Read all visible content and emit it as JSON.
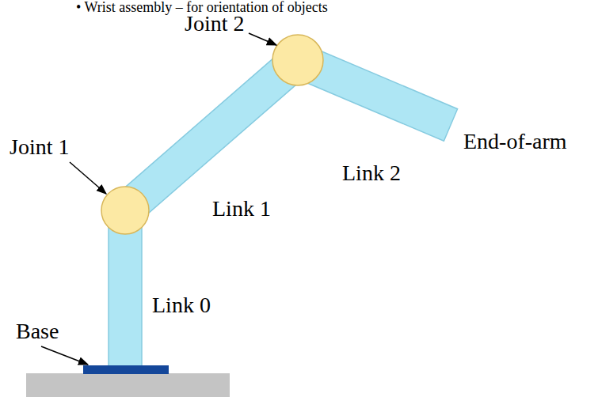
{
  "diagram": {
    "labels": [
      "• Wrist assembly – for orientation of objects",
      "Joint 2",
      "Joint 1",
      "Link 1",
      "Link 2",
      "End-of-arm",
      "Link 0",
      "Base"
    ]
  }
}
